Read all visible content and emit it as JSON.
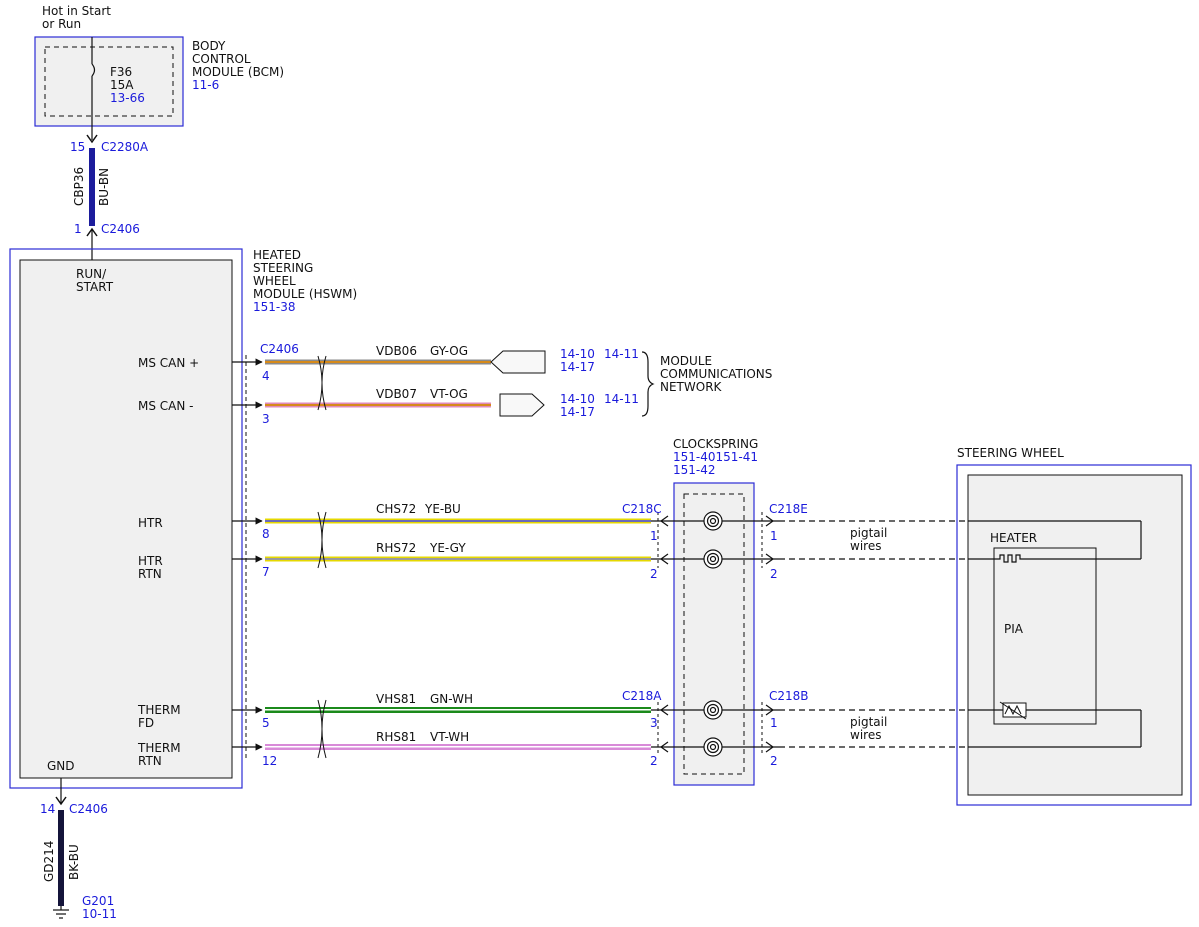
{
  "colors": {
    "module_border": "#2b2bd6",
    "module_fill": "#f0f0f0",
    "link_text": "#1a1adb",
    "wire_bu_bn": "#1c1c9c",
    "wire_bk_bu": "#14143a",
    "wire_gy_og": [
      "#8a8a8a",
      "#d68a1a"
    ],
    "wire_vt_og": [
      "#e08ab8",
      "#d68a1a"
    ],
    "wire_ye_bu": [
      "#e6d800",
      "#6a6ab8"
    ],
    "wire_ye_gy": [
      "#e6d800",
      "#9a9a9a"
    ],
    "wire_gn_wh": [
      "#1b8a1b",
      "#ffffff"
    ],
    "wire_vt_wh": [
      "#d88ad8",
      "#ffffff"
    ]
  },
  "icons": [
    "fuse-icon",
    "ground-icon",
    "connector-arrow-icon",
    "twisted-pair-icon",
    "clockspring-coil-icon",
    "heater-element-icon",
    "thermistor-icon",
    "network-arrow-icon",
    "brace-icon"
  ],
  "power": {
    "line1": "Hot in Start",
    "line2": "or Run"
  },
  "bcm": {
    "title1": "BODY",
    "title2": "CONTROL",
    "title3": "MODULE (BCM)",
    "ref": "11-6",
    "fuse_name": "F36",
    "fuse_rating": "15A",
    "fuse_ref": "13-66"
  },
  "c2280a": {
    "pin": "15",
    "name": "C2280A"
  },
  "cbp36": {
    "circuit": "CBP36",
    "color": "BU-BN"
  },
  "c2406_top": {
    "pin": "1",
    "name": "C2406"
  },
  "hswm": {
    "title1": "HEATED",
    "title2": "STEERING",
    "title3": "WHEEL",
    "title4": "MODULE (HSWM)",
    "ref": "151-38",
    "run1": "RUN/",
    "run2": "START",
    "mscan_plus": "MS CAN +",
    "mscan_minus": "MS CAN -",
    "htr": "HTR",
    "htr_rtn1": "HTR",
    "htr_rtn2": "RTN",
    "therm_fd1": "THERM",
    "therm_fd2": "FD",
    "therm_rtn1": "THERM",
    "therm_rtn2": "RTN",
    "gnd": "GND"
  },
  "c2406_can": {
    "name": "C2406",
    "pin_plus": "4",
    "pin_minus": "3"
  },
  "vdb06": {
    "circuit": "VDB06",
    "color": "GY-OG",
    "ref1": "14-10",
    "ref2": "14-11",
    "ref3": "14-17"
  },
  "vdb07": {
    "circuit": "VDB07",
    "color": "VT-OG",
    "ref1": "14-10",
    "ref2": "14-11",
    "ref3": "14-17"
  },
  "network": {
    "line1": "MODULE",
    "line2": "COMMUNICATIONS",
    "line3": "NETWORK"
  },
  "chs72": {
    "circuit": "CHS72",
    "color": "YE-BU",
    "pin": "8"
  },
  "rhs72": {
    "circuit": "RHS72",
    "color": "YE-GY",
    "pin": "7"
  },
  "vhs81": {
    "circuit": "VHS81",
    "color": "GN-WH",
    "pin": "5"
  },
  "rhs81": {
    "circuit": "RHS81",
    "color": "VT-WH",
    "pin": "12"
  },
  "clockspring": {
    "title": "CLOCKSPRING",
    "ref1": "151-40151-41",
    "ref2": "151-42"
  },
  "c218c": {
    "name": "C218C",
    "pin1": "1",
    "pin2": "2"
  },
  "c218e": {
    "name": "C218E",
    "pin1": "1",
    "pin2": "2"
  },
  "c218a": {
    "name": "C218A",
    "pin1": "3",
    "pin2": "2"
  },
  "c218b": {
    "name": "C218B",
    "pin1": "1",
    "pin2": "2"
  },
  "pigtail_top": {
    "line1": "pigtail",
    "line2": "wires"
  },
  "pigtail_bottom": {
    "line1": "pigtail",
    "line2": "wires"
  },
  "steering_wheel": {
    "title": "STEERING WHEEL",
    "heater": "HEATER",
    "pia": "PIA"
  },
  "c2406_gnd": {
    "pin": "14",
    "name": "C2406"
  },
  "gd214": {
    "circuit": "GD214",
    "color": "BK-BU"
  },
  "ground": {
    "name": "G201",
    "ref": "10-11"
  }
}
